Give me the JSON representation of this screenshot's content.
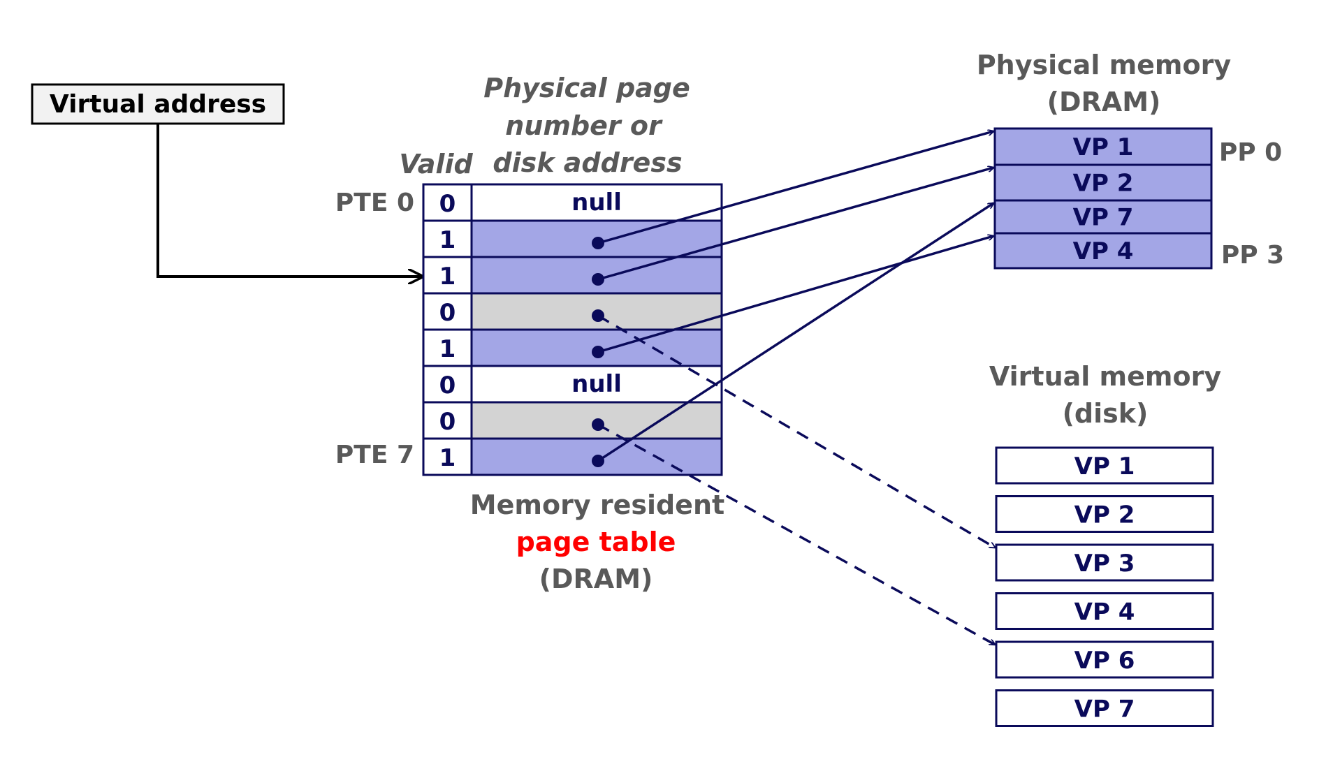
{
  "virtual_address_label": "Virtual address",
  "page_table": {
    "valid_header": "Valid",
    "ppn_header_lines": [
      "Physical page",
      "number or",
      "disk address"
    ],
    "pte_first_label": "PTE 0",
    "pte_last_label": "PTE 7",
    "rows": [
      {
        "valid": "0",
        "content": "null",
        "kind": "null"
      },
      {
        "valid": "1",
        "content": "",
        "kind": "resident"
      },
      {
        "valid": "1",
        "content": "",
        "kind": "resident"
      },
      {
        "valid": "0",
        "content": "",
        "kind": "disk"
      },
      {
        "valid": "1",
        "content": "",
        "kind": "resident"
      },
      {
        "valid": "0",
        "content": "null",
        "kind": "null"
      },
      {
        "valid": "0",
        "content": "",
        "kind": "disk"
      },
      {
        "valid": "1",
        "content": "",
        "kind": "resident"
      }
    ],
    "caption_line1": "Memory resident",
    "caption_line2": "page table",
    "caption_line3": "(DRAM)"
  },
  "physical_memory": {
    "title_line1": "Physical memory",
    "title_line2": "(DRAM)",
    "pages": [
      "VP 1",
      "VP 2",
      "VP 7",
      "VP 4"
    ],
    "pp_first_label": "PP 0",
    "pp_last_label": "PP 3"
  },
  "virtual_memory": {
    "title_line1": "Virtual memory",
    "title_line2": "(disk)",
    "pages": [
      "VP 1",
      "VP 2",
      "VP 3",
      "VP 4",
      "VP 6",
      "VP 7"
    ]
  },
  "colors": {
    "navy": "#0a0a5a",
    "resident_fill": "#a3a6e6",
    "disk_fill": "#d3d3d3",
    "label_gray": "#595959",
    "highlight_red": "#ff0000"
  }
}
